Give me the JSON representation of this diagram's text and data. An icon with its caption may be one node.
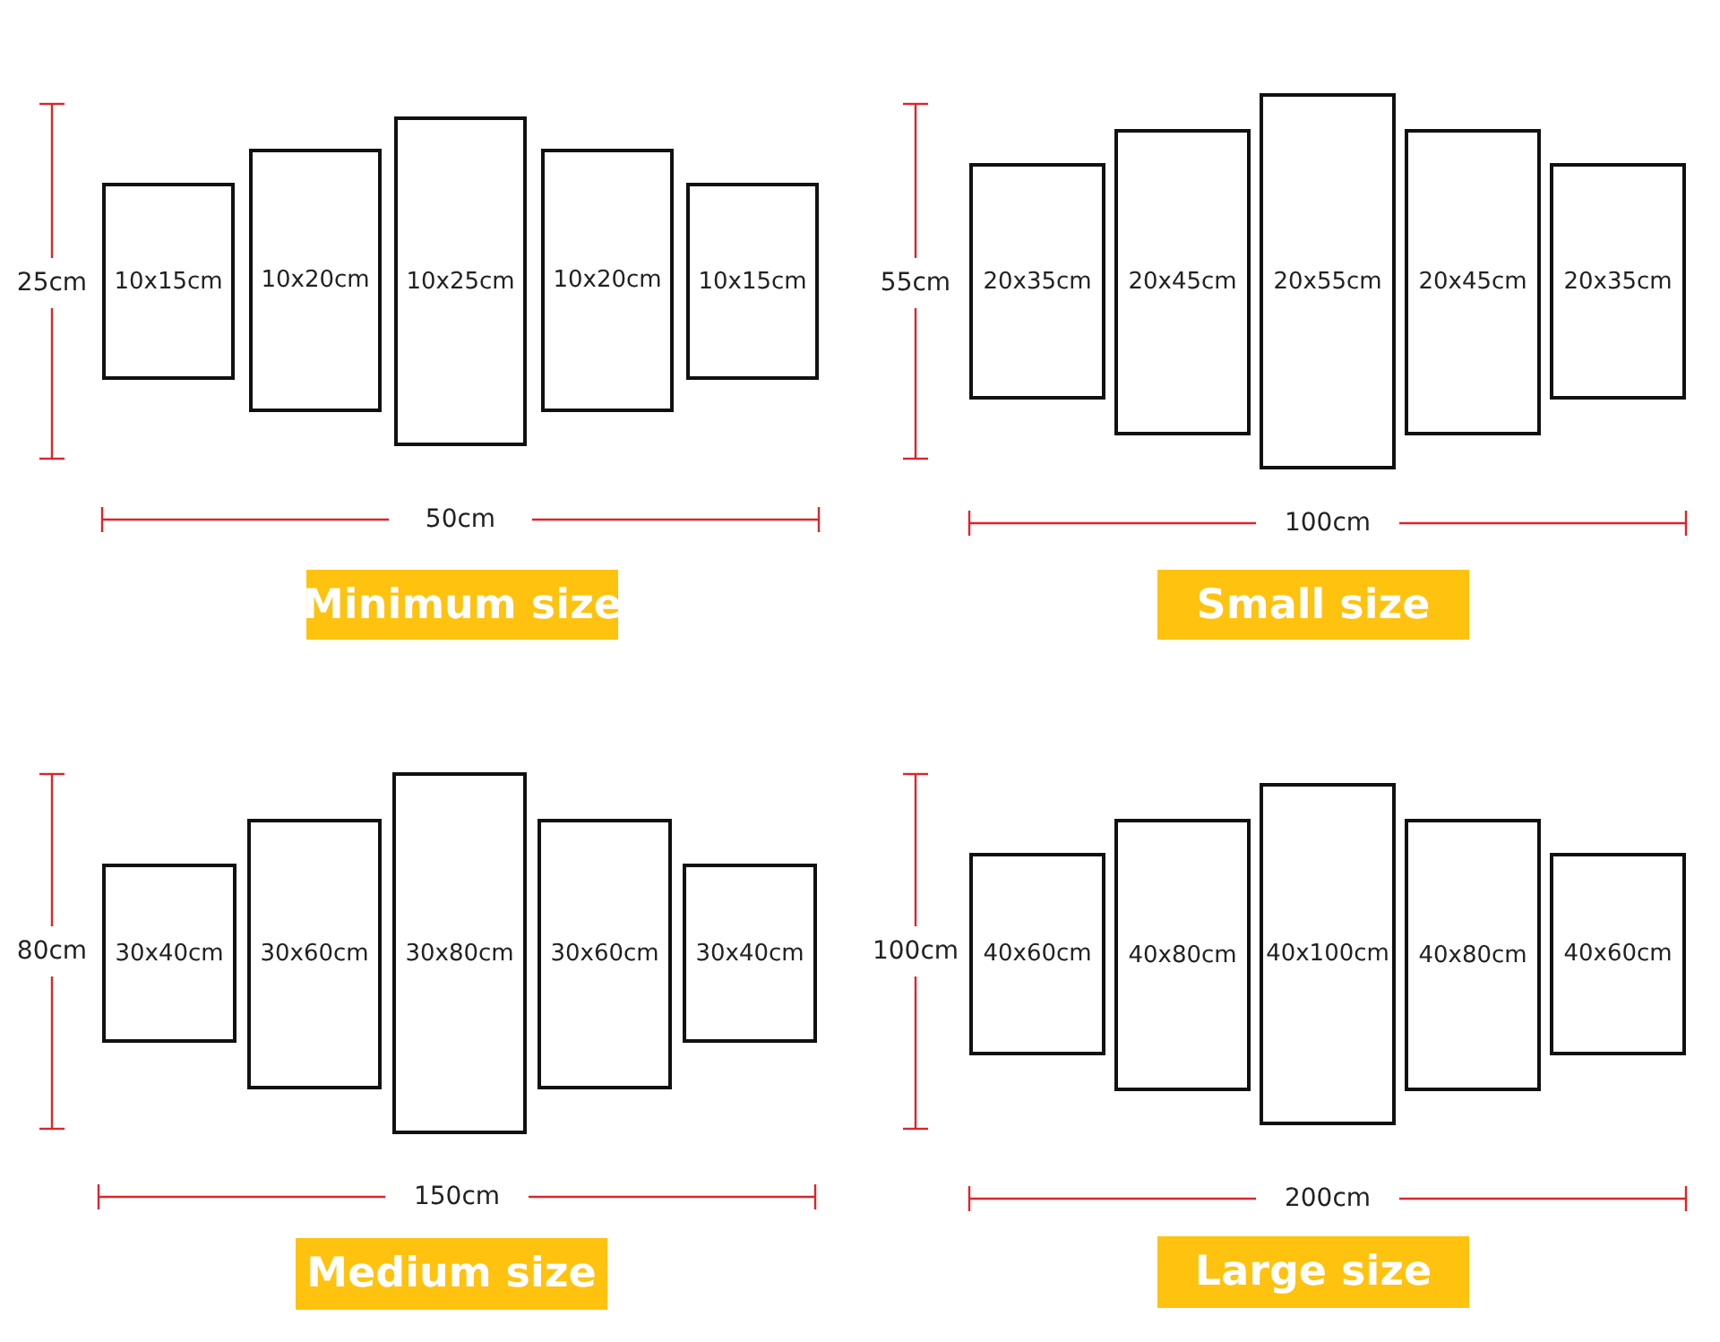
{
  "diagram": {
    "nodes": [
      {
        "text": [
          "10x15cm"
        ]
      },
      {
        "text": [
          "10x20cm"
        ]
      },
      {
        "text": [
          "10x25cm"
        ]
      },
      {
        "text": [
          "10x20cm"
        ]
      },
      {
        "text": [
          "10x15cm"
        ]
      },
      {
        "text": [
          "Minimum size"
        ]
      },
      {
        "text": [
          "20x35cm"
        ]
      },
      {
        "text": [
          "20x45cm"
        ]
      },
      {
        "text": [
          "20x55cm"
        ]
      },
      {
        "text": [
          "20x45cm"
        ]
      },
      {
        "text": [
          "20x35cm"
        ]
      },
      {
        "text": [
          "Small size"
        ]
      },
      {
        "text": [
          "30x40cm"
        ]
      },
      {
        "text": [
          "30x60cm"
        ]
      },
      {
        "text": [
          "30x80cm"
        ]
      },
      {
        "text": [
          "30x60cm"
        ]
      },
      {
        "text": [
          "30x40cm"
        ]
      },
      {
        "text": [
          "Medium size"
        ]
      },
      {
        "text": [
          "40x60cm"
        ]
      },
      {
        "text": [
          "40x80cm"
        ]
      },
      {
        "text": [
          "40x100cm"
        ]
      },
      {
        "text": [
          "40x80cm"
        ]
      },
      {
        "text": [
          "40x60cm"
        ]
      },
      {
        "text": [
          "Large size"
        ]
      }
    ],
    "labels": [
      "25cm",
      "55cm",
      "50cm",
      "100cm",
      "80cm",
      "100cm",
      "150cm",
      "200cm"
    ]
  }
}
